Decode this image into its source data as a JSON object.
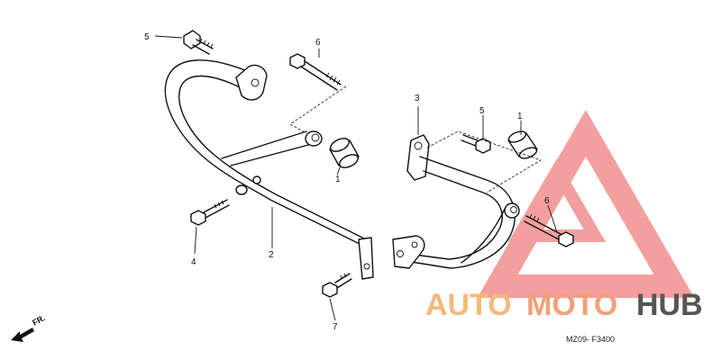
{
  "callouts": {
    "c1a": "1",
    "c1b": "1",
    "c2": "2",
    "c3": "3",
    "c4": "4",
    "c5a": "5",
    "c5b": "5",
    "c6a": "6",
    "c6b": "6",
    "c7": "7"
  },
  "diagram_code": "MZ09- F3400",
  "front_label": "FR.",
  "watermark": {
    "auto": "AUTO",
    "moto": "MOTO",
    "hub": "HUB",
    "auto_color": "#f5b97a",
    "moto_color": "#f2a07a",
    "hub_color": "#555555",
    "logo_color": "#f08080"
  }
}
